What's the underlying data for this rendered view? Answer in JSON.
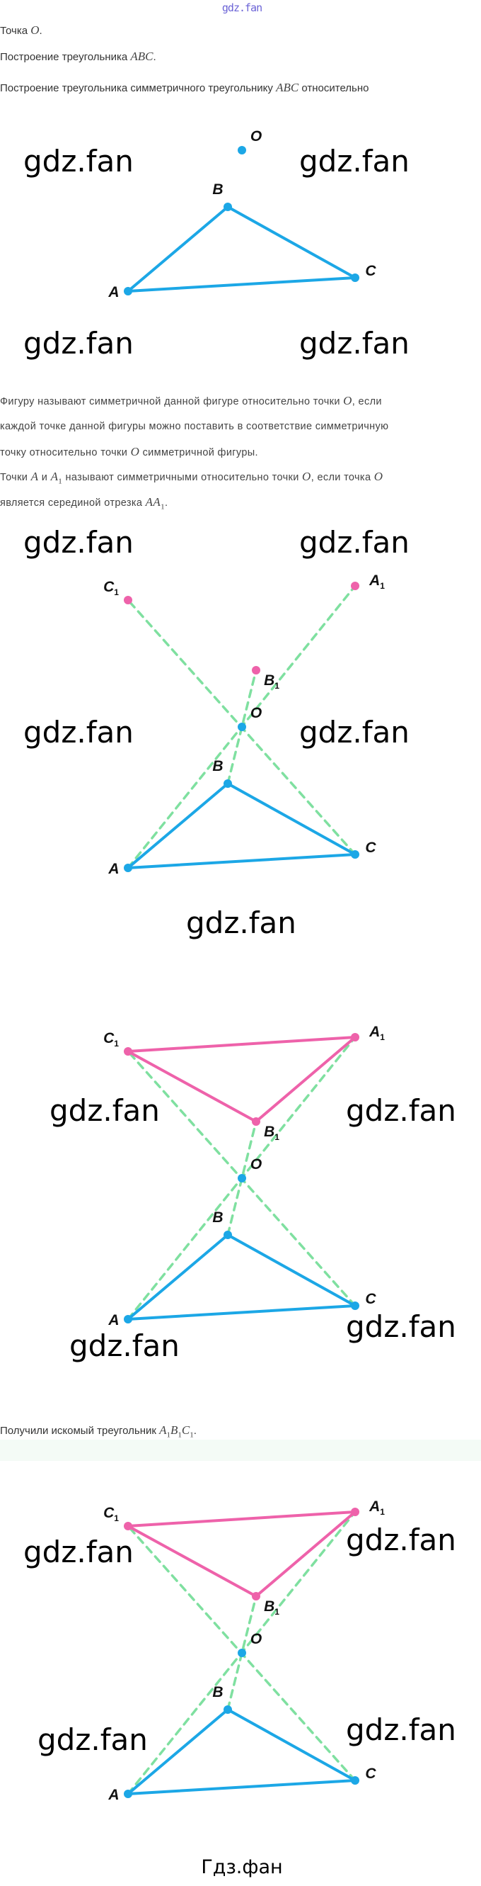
{
  "header": {
    "watermark": "gdz.fan"
  },
  "intro": {
    "line1": {
      "text": "Точка ",
      "math": "O",
      "end": "."
    },
    "line2": {
      "text": "Построение треугольника ",
      "math": "ABC",
      "end": "."
    },
    "line3": {
      "text": "Построение треугольника симметричного треугольнику ",
      "math": "ABC",
      "end": " относительно"
    }
  },
  "definition": {
    "l1a": "Фигуру называют симметричной данной фигуре относительно точки ",
    "l1m": "O",
    "l1b": ", если",
    "l2": "каждой точке данной фигуры можно поставить в соответствие симметричную",
    "l3a": "точку относительно точки ",
    "l3m": "O",
    "l3b": " симметричной фигуры.",
    "l4a": "Точки ",
    "l4m1": "A",
    "l4b": " и ",
    "l4m2": "A",
    "l4m2sub": "1",
    "l4c": " называют симметричными относительно точки ",
    "l4m3": "O",
    "l4d": ", если точка ",
    "l4m4": "O",
    "l5a": "является серединой отрезка ",
    "l5m": "AA",
    "l5msub": "1",
    "l5b": "."
  },
  "result": {
    "text": "Получили искомый треугольник ",
    "m1": "A",
    "m2": "B",
    "m3": "C",
    "sub": "1",
    "end": "."
  },
  "labels": {
    "O": "O",
    "A": "A",
    "B": "B",
    "C": "C",
    "A1": "A",
    "B1": "B",
    "C1": "C",
    "sub": "1"
  },
  "watermark": "gdz.fan",
  "footer": "Гдз.фан",
  "colors": {
    "original": "#1ca7e6",
    "image": "#ee62aa",
    "construction": "#7fe0a0"
  }
}
